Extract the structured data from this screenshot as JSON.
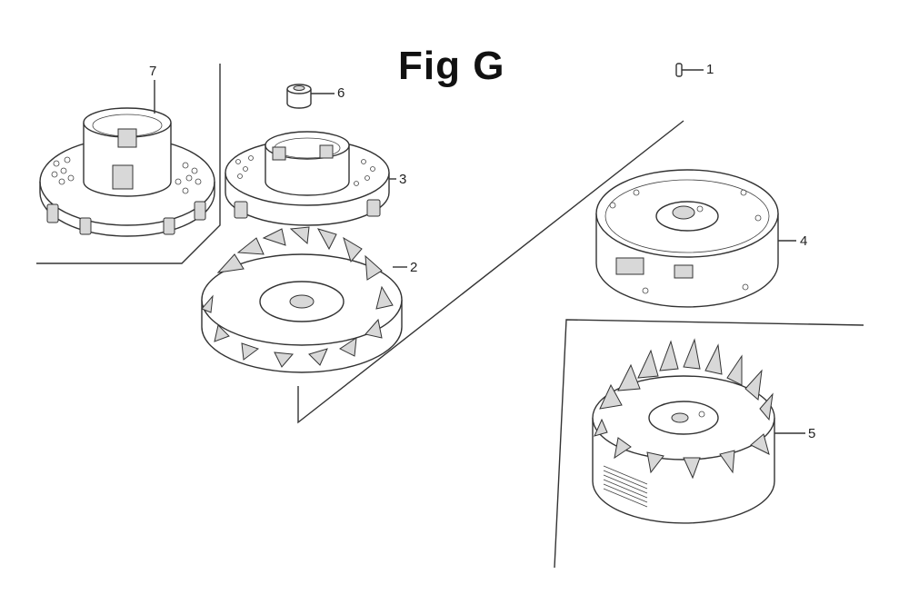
{
  "figure": {
    "title": "Fig G"
  },
  "callouts": [
    {
      "id": "1",
      "label": "1"
    },
    {
      "id": "2",
      "label": "2"
    },
    {
      "id": "3",
      "label": "3"
    },
    {
      "id": "4",
      "label": "4"
    },
    {
      "id": "5",
      "label": "5"
    },
    {
      "id": "6",
      "label": "6"
    },
    {
      "id": "7",
      "label": "7"
    }
  ]
}
